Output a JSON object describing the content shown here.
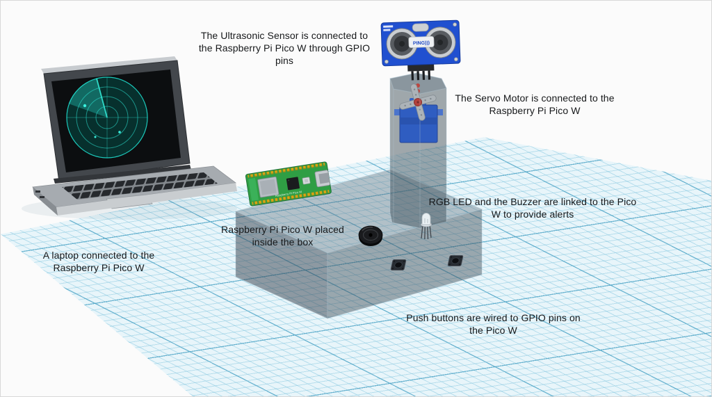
{
  "annotations": {
    "ultrasonic": "The Ultrasonic Sensor is connected to the Raspberry Pi Pico W through GPIO pins",
    "servo": "The Servo Motor is connected to the Raspberry Pi Pico W",
    "rgb_buzzer": "RGB LED and the Buzzer are linked to the Pico W to provide alerts",
    "pico": "Raspberry Pi Pico W placed inside the box",
    "laptop": "A laptop connected to the Raspberry Pi Pico W",
    "push_buttons": "Push buttons are wired to GPIO pins on the Pico W"
  },
  "silkscreen": {
    "ultrasonic_label": "PING)))",
    "pico_label": "Raspberry Pi Pico W"
  },
  "colors": {
    "grid_line_blue": "#7cc3dc",
    "radar_teal": "#2ee6d6",
    "sensor_pcb_blue": "#2050d0",
    "servo_blue": "#2a5cd0",
    "pico_green": "#2f9e44",
    "box_smoke": "#3c4c5a"
  }
}
